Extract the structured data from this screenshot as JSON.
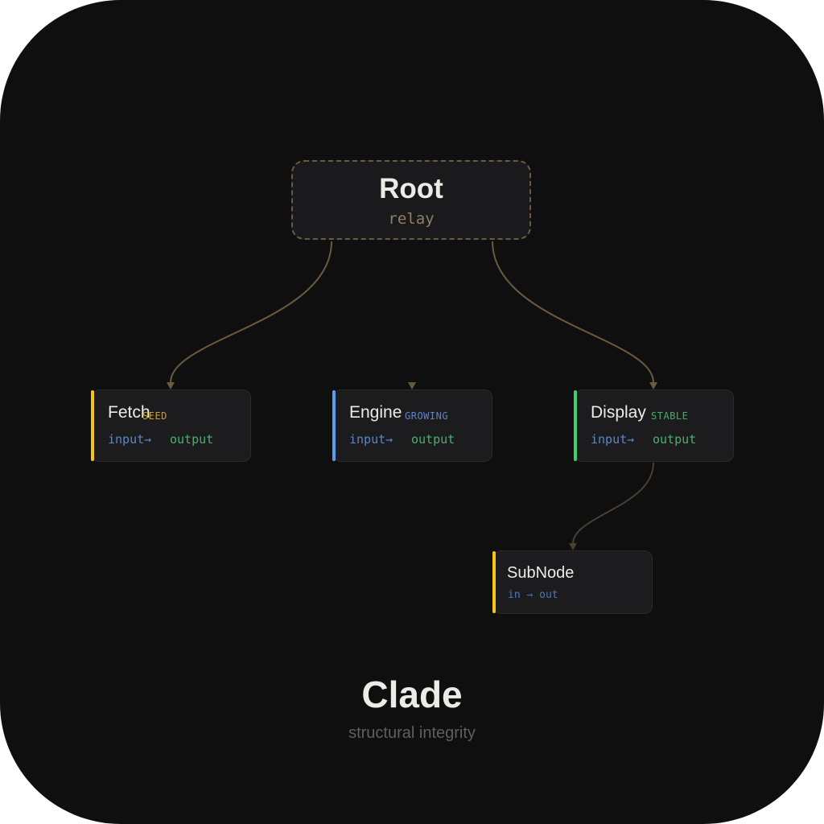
{
  "root": {
    "title": "Root",
    "subtitle": "relay"
  },
  "nodes": [
    {
      "title": "Fetch",
      "badge": "SEED",
      "port_in": "input→",
      "port_out": "output",
      "accent": "#f5c518",
      "badge_color": "#c9a227"
    },
    {
      "title": "Engine",
      "badge": "GROWING",
      "port_in": "input→",
      "port_out": "output",
      "accent": "#5b9cf0",
      "badge_color": "#5b86c7"
    },
    {
      "title": "Display",
      "badge": "STABLE",
      "port_in": "input→",
      "port_out": "output",
      "accent": "#3dcf6a",
      "badge_color": "#3fae66"
    }
  ],
  "subnode": {
    "title": "SubNode",
    "port": "in → out",
    "accent": "#f5c518"
  },
  "brand": {
    "title": "Clade",
    "tagline": "structural integrity"
  },
  "colors": {
    "background": "#0f0f10",
    "edge": "#6b5a40",
    "text": "#ecebe5"
  }
}
